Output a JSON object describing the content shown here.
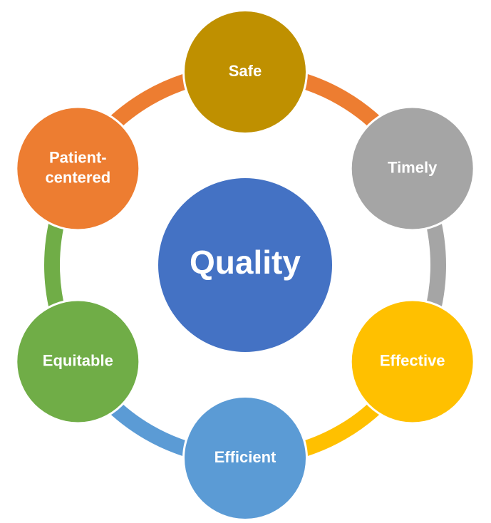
{
  "center": {
    "label": "Quality",
    "color": "#4472C4"
  },
  "nodes": [
    {
      "id": "safe",
      "lines": [
        "Safe"
      ],
      "color": "#BF9000"
    },
    {
      "id": "timely",
      "lines": [
        "Timely"
      ],
      "color": "#A5A5A5"
    },
    {
      "id": "effective",
      "lines": [
        "Effective"
      ],
      "color": "#FFC000"
    },
    {
      "id": "efficient",
      "lines": [
        "Efficient"
      ],
      "color": "#5B9BD5"
    },
    {
      "id": "equitable",
      "lines": [
        "Equitable"
      ],
      "color": "#70AD47"
    },
    {
      "id": "patient-centered",
      "lines": [
        "Patient-",
        "centered"
      ],
      "color": "#ED7D31"
    }
  ],
  "connectors": [
    {
      "from": "safe",
      "to": "timely",
      "color": "#ED7D31"
    },
    {
      "from": "timely",
      "to": "effective",
      "color": "#A5A5A5"
    },
    {
      "from": "effective",
      "to": "efficient",
      "color": "#FFC000"
    },
    {
      "from": "efficient",
      "to": "equitable",
      "color": "#5B9BD5"
    },
    {
      "from": "equitable",
      "to": "patient-centered",
      "color": "#70AD47"
    },
    {
      "from": "patient-centered",
      "to": "safe",
      "color": "#ED7D31"
    }
  ]
}
